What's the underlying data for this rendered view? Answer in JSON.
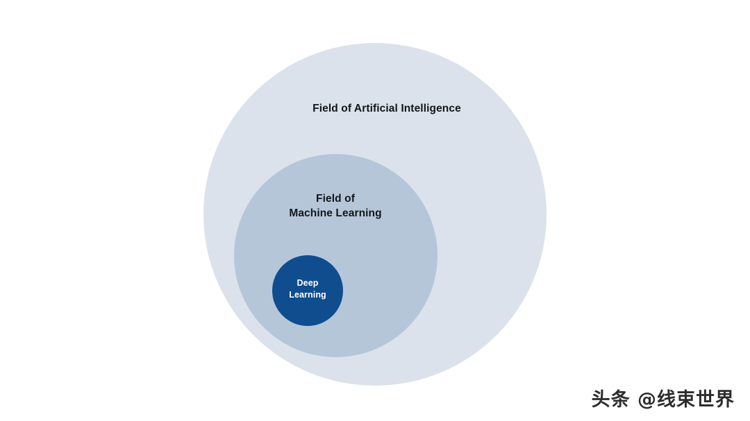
{
  "diagram": {
    "type": "nested-circles-venn",
    "background_color": "#ffffff",
    "layers": [
      {
        "id": "artificial-intelligence",
        "label": "Field of Artificial Intelligence",
        "fill_color": "#dbe2eb",
        "text_color": "#13161a",
        "level": 1
      },
      {
        "id": "machine-learning",
        "label": "Field of\nMachine Learning",
        "fill_color": "#b6c6d9",
        "text_color": "#13161a",
        "level": 2
      },
      {
        "id": "deep-learning",
        "label": "Deep\nLearning",
        "fill_color": "#0f4d8f",
        "text_color": "#ffffff",
        "level": 3
      }
    ]
  },
  "watermark": {
    "text": "头条 @线束世界",
    "color": "#1b1b1b"
  }
}
